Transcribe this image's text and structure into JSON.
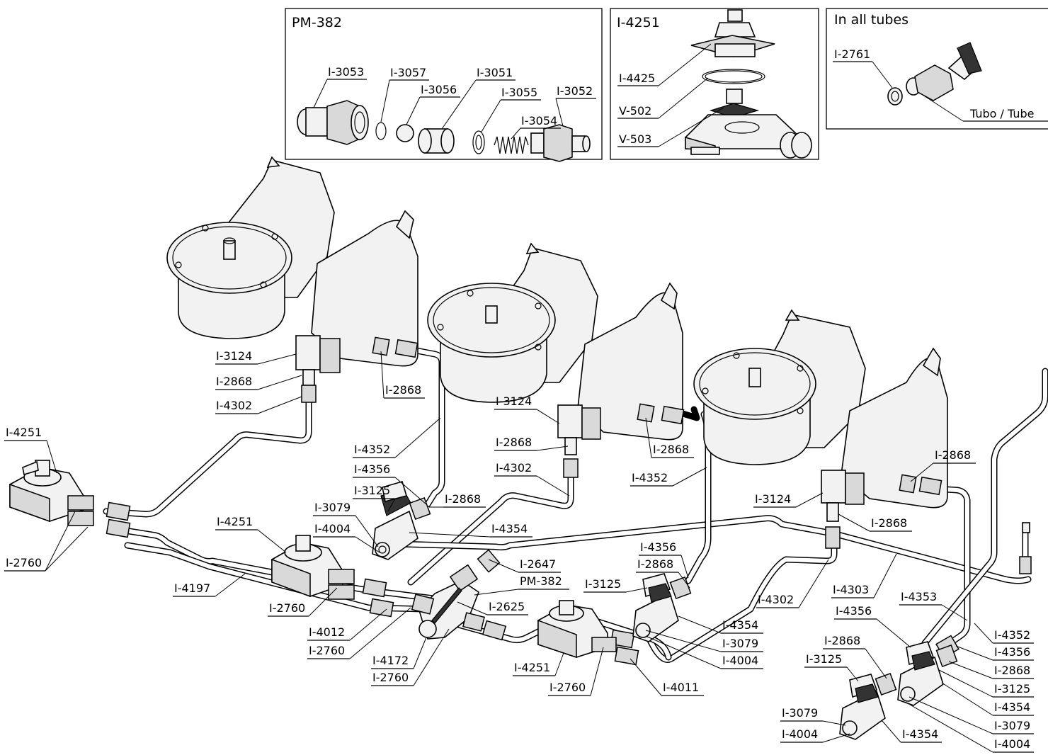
{
  "boxes": {
    "pm382": {
      "title": "PM-382",
      "labels": [
        "I-3053",
        "I-3057",
        "I-3056",
        "I-3051",
        "I-3055",
        "I-3054",
        "I-3052"
      ]
    },
    "i4251": {
      "title": "I-4251",
      "labels": [
        "I-4425",
        "V-502",
        "V-503"
      ]
    },
    "tubes": {
      "title": "In all tubes",
      "labels": [
        "I-2761",
        "Tubo / Tube"
      ]
    }
  },
  "labels": [
    "I-3124",
    "I-2868",
    "I-4302",
    "I-4251",
    "I-2760",
    "I-2868",
    "I-4352",
    "I-4356",
    "I-3125",
    "I-3079",
    "I-4004",
    "I-2868",
    "I-4251",
    "I-4197",
    "I-3124",
    "I-2868",
    "I-4302",
    "I-4354",
    "I-2647",
    "PM-382",
    "I-2625",
    "I-2760",
    "I-4012",
    "I-2760",
    "I-4172",
    "I-2760",
    "I-4251",
    "I-2760",
    "I-4011",
    "I-2868",
    "I-4352",
    "I-3124",
    "I-2868",
    "I-2868",
    "I-4356",
    "I-2868",
    "I-3125",
    "I-4354",
    "I-3079",
    "I-4004",
    "I-4302",
    "I-4303",
    "I-4353",
    "I-4356",
    "I-2868",
    "I-3125",
    "I-3079",
    "I-4004",
    "I-4352",
    "I-4356",
    "I-2868",
    "I-3125",
    "I-4354",
    "I-3079",
    "I-4004",
    "I-4354"
  ]
}
